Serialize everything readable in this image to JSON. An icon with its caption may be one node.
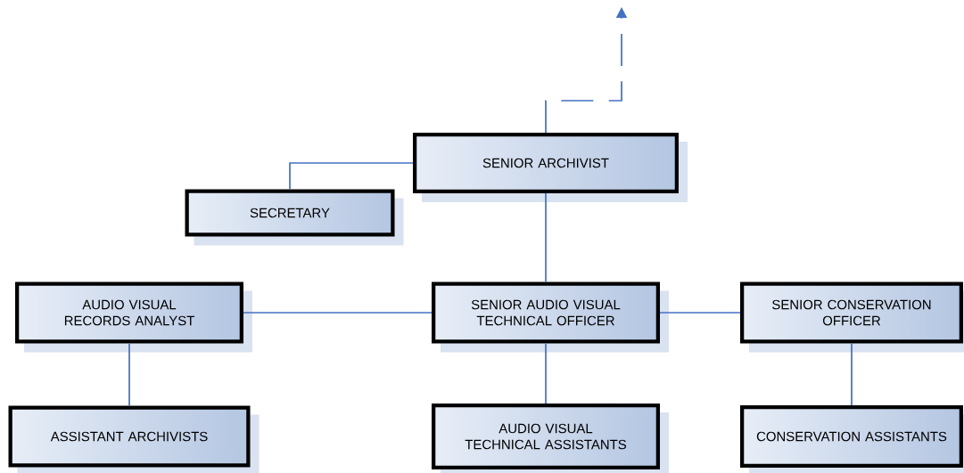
{
  "diagram": {
    "nodes": [
      {
        "text": [
          "SENIOR ARCHIVIST"
        ]
      },
      {
        "text": [
          "SECRETARY"
        ]
      },
      {
        "text": [
          "AUDIO VISUAL RECORDS ANALYST"
        ]
      },
      {
        "text": [
          "SENIOR AUDIO VISUAL TECHNICAL OFFICER"
        ]
      },
      {
        "text": [
          "SENIOR CONSERVATION OFFICER"
        ]
      },
      {
        "text": [
          "ASSISTANT ARCHIVISTS"
        ]
      },
      {
        "text": [
          "AUDIO VISUAL TECHNICAL ASSISTANTS"
        ]
      },
      {
        "text": [
          "CONSERVATION ASSISTANTS"
        ]
      }
    ],
    "edges": [
      {
        "from": 0,
        "to": null,
        "arrow": "to",
        "style": "dashed"
      },
      {
        "from": 0,
        "to": 1,
        "arrow": "none"
      },
      {
        "from": 0,
        "to": 3,
        "arrow": "none"
      },
      {
        "from": 3,
        "to": 2,
        "arrow": "none"
      },
      {
        "from": 3,
        "to": 4,
        "arrow": "none"
      },
      {
        "from": 2,
        "to": 5,
        "arrow": "none"
      },
      {
        "from": 3,
        "to": 6,
        "arrow": "none"
      },
      {
        "from": 4,
        "to": 7,
        "arrow": "none"
      }
    ]
  }
}
